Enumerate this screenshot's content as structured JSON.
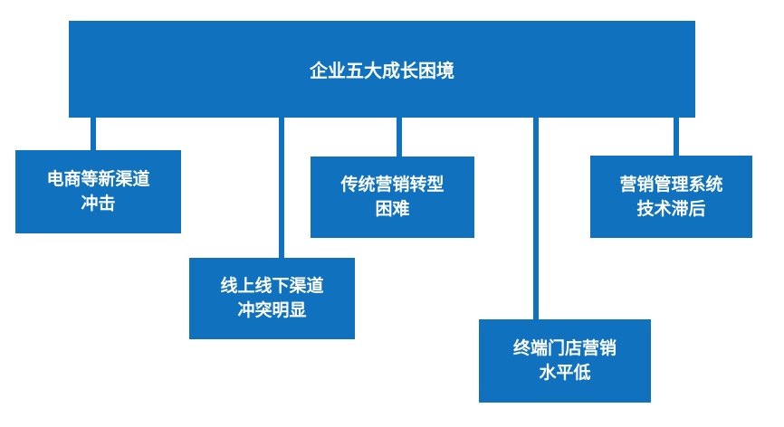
{
  "diagram": {
    "accent_color": "#1072BE",
    "text_color": "#FFFFFF",
    "background_color": "#FFFFFF",
    "header": {
      "title": "企业五大成长困境"
    },
    "nodes": [
      {
        "id": "new-channel-impact",
        "lines": [
          "电商等新渠道",
          "冲击"
        ]
      },
      {
        "id": "online-offline-conflict",
        "lines": [
          "线上线下渠道",
          "冲突明显"
        ]
      },
      {
        "id": "traditional-marketing-transition",
        "lines": [
          "传统营销转型",
          "困难"
        ]
      },
      {
        "id": "store-marketing-level",
        "lines": [
          "终端门店营销",
          "水平低"
        ]
      },
      {
        "id": "marketing-system-tech",
        "lines": [
          "营销管理系统",
          "技术滞后"
        ]
      }
    ]
  }
}
